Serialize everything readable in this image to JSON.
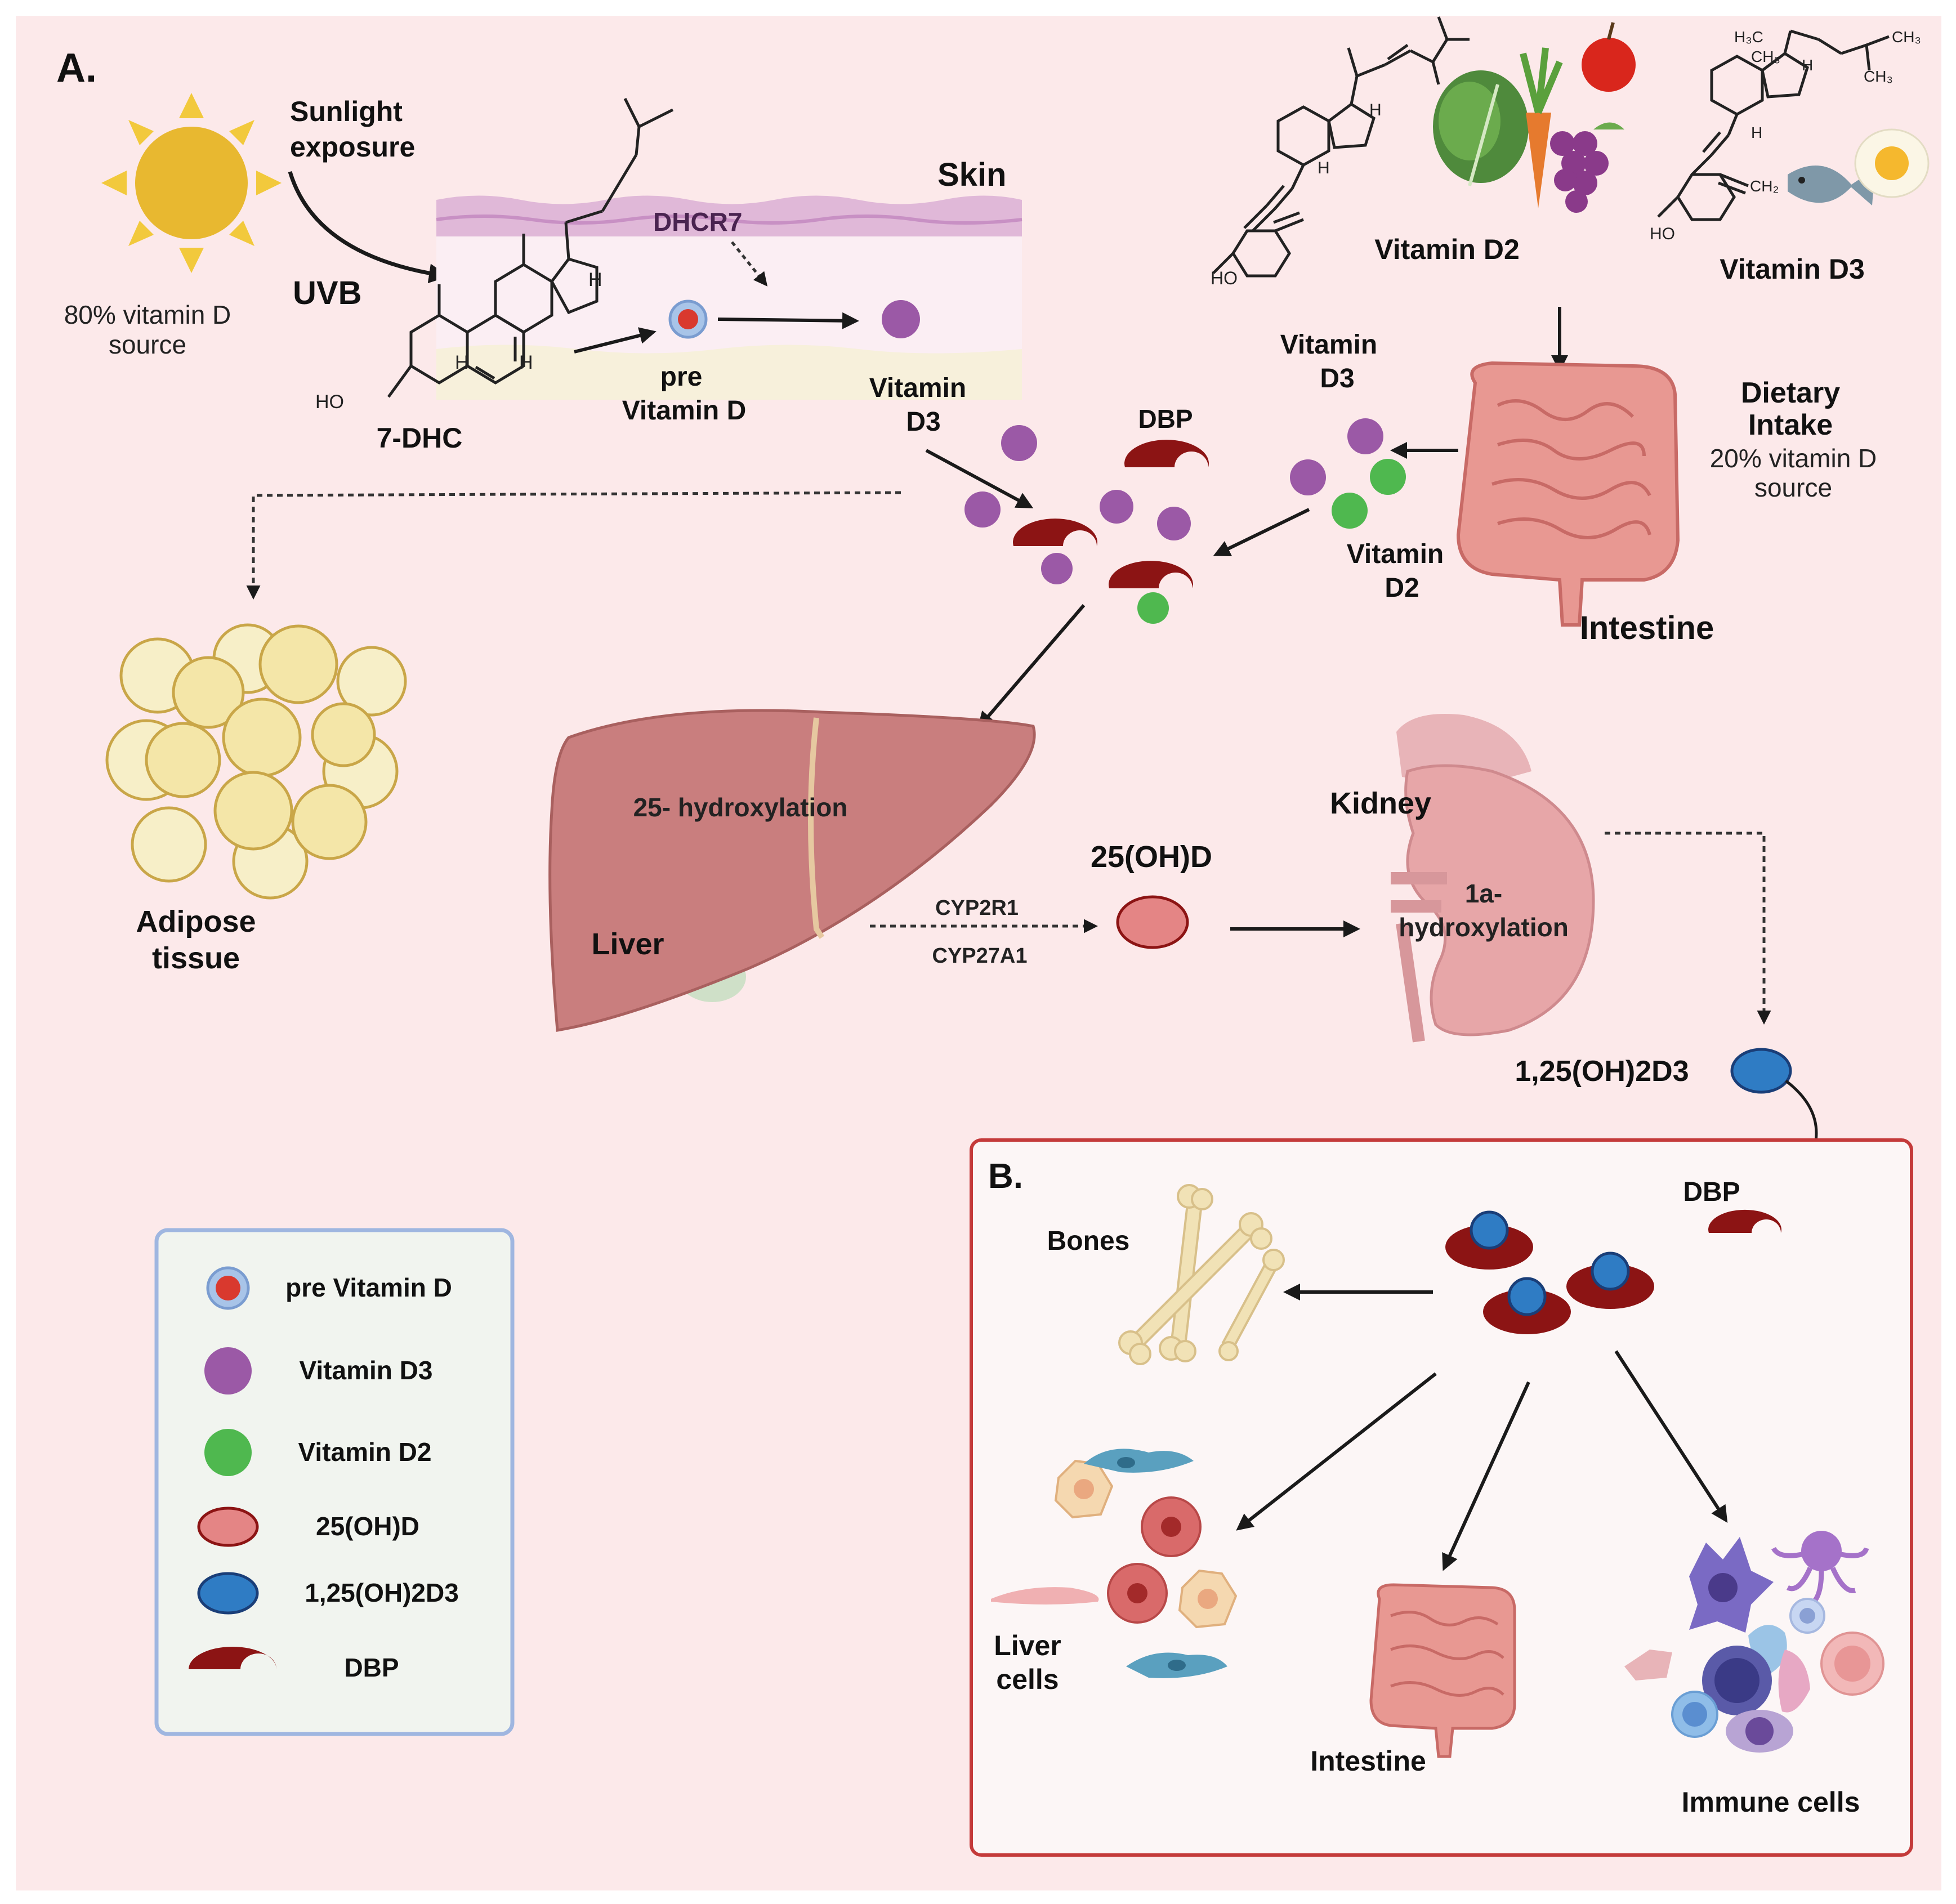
{
  "panels": {
    "a": "A.",
    "b": "B."
  },
  "sun": {
    "title_1": "Sunlight",
    "title_2": "exposure",
    "uvb": "UVB",
    "pct_1": "80% vitamin D",
    "pct_2": "source"
  },
  "skin": {
    "label": "Skin",
    "enzyme": "DHCR7",
    "precursor": "7-DHC",
    "pre_1": "pre",
    "pre_2": "Vitamin D",
    "d3_1": "Vitamin",
    "d3_2": "D3"
  },
  "chem": {
    "ho": "HO",
    "h": "H"
  },
  "dietary": {
    "d2_label": "Vitamin D2",
    "d3_label": "Vitamin D3",
    "title_1": "Dietary",
    "title_2": "Intake",
    "pct_1": "20% vitamin D",
    "pct_2": "source",
    "d3_1": "Vitamin",
    "d3_2": "D3",
    "d2_1": "Vitamin",
    "d2_2": "D2",
    "intestine": "Intestine",
    "chem_ch2": "CH₂",
    "chem_h3c": "H₃C",
    "chem_ch3_a": "CH₃",
    "chem_ch3_b": "CH₃",
    "chem_ch3_c": "CH₃"
  },
  "blood": {
    "dbp": "DBP"
  },
  "adipose": {
    "label_1": "Adipose",
    "label_2": "tissue"
  },
  "liver": {
    "process": "25- hydroxylation",
    "label": "Liver",
    "enzyme_1": "CYP2R1",
    "enzyme_2": "CYP27A1"
  },
  "metabolite": {
    "calcidiol": "25(OH)D"
  },
  "kidney": {
    "label": "Kidney",
    "process_1": "1a-",
    "process_2": "hydroxylation"
  },
  "active": {
    "label": "1,25(OH)2D3"
  },
  "targets": {
    "dbp": "DBP",
    "bones": "Bones",
    "liver_1": "Liver",
    "liver_2": "cells",
    "intestine": "Intestine",
    "immune": "Immune cells"
  },
  "legend": {
    "items": [
      {
        "label": "pre Vitamin D"
      },
      {
        "label": "Vitamin D3"
      },
      {
        "label": "Vitamin D2"
      },
      {
        "label": "25(OH)D"
      },
      {
        "label": "1,25(OH)2D3"
      },
      {
        "label": "DBP"
      }
    ]
  },
  "colors": {
    "background": "#fce9ea",
    "vitamin_d3": "#9b59a6",
    "vitamin_d2": "#4fb84f",
    "pre_vitamin_d": "#d9392e",
    "calcidiol": "#e48585",
    "calcitriol": "#2f7cc4",
    "dbp": "#8c1414",
    "panel_b_border": "#c43a3a",
    "legend_border": "#9fb6e0",
    "sun": "#e8b830"
  }
}
